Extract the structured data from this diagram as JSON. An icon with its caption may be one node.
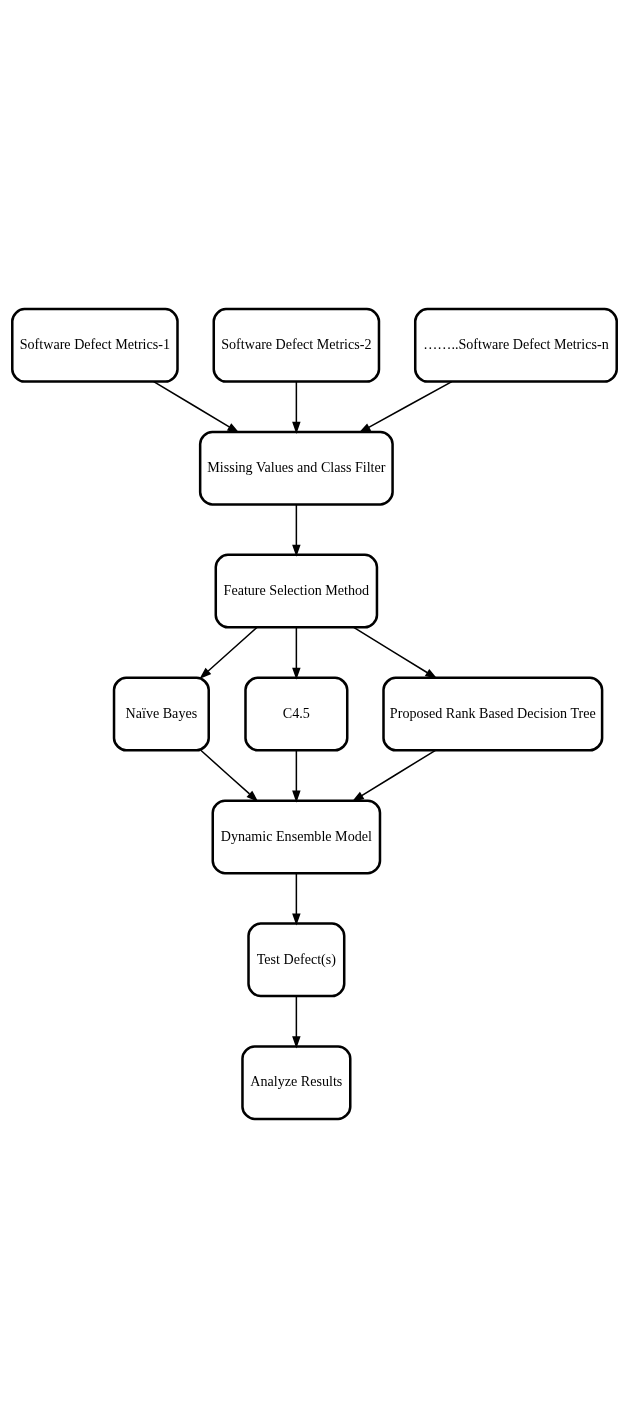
{
  "diagram": {
    "nodes": [
      {
        "text": [
          "Software Defect Metrics-1"
        ]
      },
      {
        "text": [
          "Software Defect Metrics-2"
        ]
      },
      {
        "text": [
          "……..Software Defect Metrics-n"
        ]
      },
      {
        "text": [
          "Missing Values and Class Filter"
        ]
      },
      {
        "text": [
          "Feature Selection Method"
        ]
      },
      {
        "text": [
          "Naïve Bayes"
        ]
      },
      {
        "text": [
          "C4.5"
        ]
      },
      {
        "text": [
          "Proposed Rank Based Decision Tree"
        ]
      },
      {
        "text": [
          "Dynamic Ensemble Model"
        ]
      },
      {
        "text": [
          "Test Defect(s)"
        ]
      },
      {
        "text": [
          "Analyze Results"
        ]
      }
    ],
    "edges": [
      {
        "from": 0,
        "to": 3,
        "arrow": "to"
      },
      {
        "from": 1,
        "to": 3,
        "arrow": "to"
      },
      {
        "from": 2,
        "to": 3,
        "arrow": "to"
      },
      {
        "from": 3,
        "to": 4,
        "arrow": "to"
      },
      {
        "from": 4,
        "to": 5,
        "arrow": "to"
      },
      {
        "from": 4,
        "to": 6,
        "arrow": "to"
      },
      {
        "from": 4,
        "to": 7,
        "arrow": "to"
      },
      {
        "from": 5,
        "to": 8,
        "arrow": "to"
      },
      {
        "from": 6,
        "to": 8,
        "arrow": "to"
      },
      {
        "from": 7,
        "to": 8,
        "arrow": "to"
      },
      {
        "from": 8,
        "to": 9,
        "arrow": "to"
      },
      {
        "from": 9,
        "to": 10,
        "arrow": "to"
      }
    ]
  }
}
